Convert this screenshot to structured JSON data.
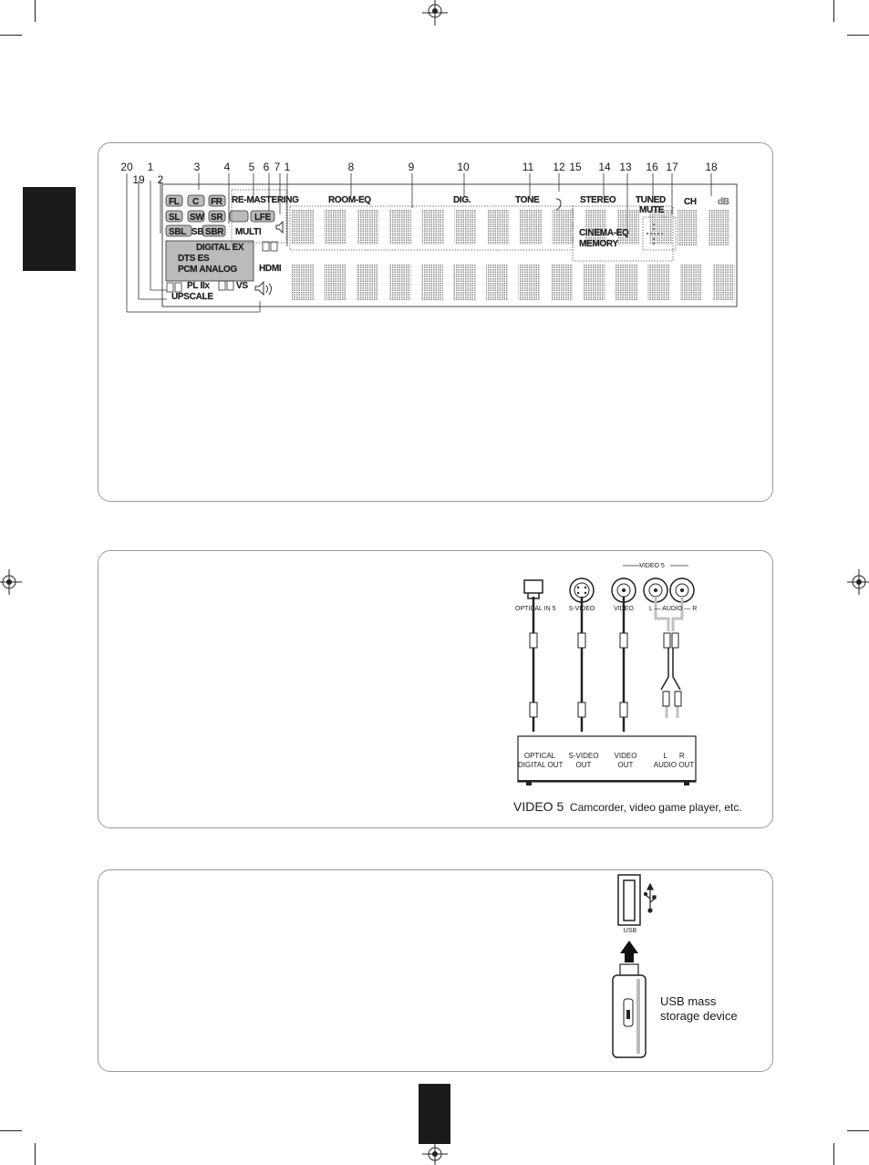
{
  "front_panel_display": {
    "callouts": [
      "20",
      "1",
      "19",
      "2",
      "3",
      "4",
      "5",
      "6",
      "7",
      "1",
      "8",
      "9",
      "10",
      "11",
      "12",
      "15",
      "14",
      "13",
      "16",
      "17",
      "18"
    ],
    "indicators": {
      "channels": [
        "FL",
        "C",
        "FR",
        "SL",
        "SW",
        "SR",
        "SBL",
        "SB",
        "SBR",
        "LFE"
      ],
      "remaster": "RE-MASTERING",
      "room_eq": "ROOM-EQ",
      "dig": "DIG.",
      "tone": "TONE",
      "stereo": "STEREO",
      "tuned": "TUNED",
      "mute": "MUTE",
      "ch": "CH",
      "db": "dB",
      "cinema_eq": "CINEMA-EQ",
      "memory": "MEMORY",
      "multi": "MULTI",
      "hdmi": "HDMI",
      "digital_ex": "DIGITAL EX",
      "dts_es": "DTS ES",
      "pcm_analog": "PCM ANALOG",
      "plii": "PL IIx",
      "vs": "VS",
      "upscale": "UPSCALE"
    }
  },
  "video5_connection": {
    "group_label": "VIDEO 5",
    "jacks": [
      "OPTICAL IN 5",
      "S-VIDEO",
      "VIDEO",
      "L — AUDIO — R"
    ],
    "device_jacks": [
      "OPTICAL\nDIGITAL OUT",
      "S-VIDEO\nOUT",
      "VIDEO\nOUT",
      "L      R\nAUDIO OUT"
    ],
    "caption_bold": "VIDEO 5",
    "caption_text": "Camcorder, video game player, etc."
  },
  "usb_connection": {
    "port_label": "USB",
    "device_label_line1": "USB mass",
    "device_label_line2": "storage device"
  }
}
